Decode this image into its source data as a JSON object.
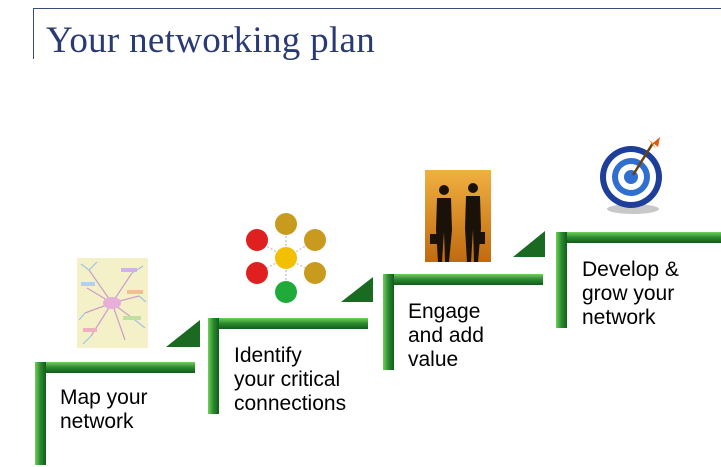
{
  "title": "Your networking plan",
  "colors": {
    "title": "#2a3a72",
    "step_green": "#1e7a2a",
    "step_light": "#5cbf4a",
    "rule": "#3b4a7a"
  },
  "steps": [
    {
      "label": "Map your\nnetwork",
      "icon": "mind-map-icon"
    },
    {
      "label": "Identify\nyour critical\nconnections",
      "icon": "connections-icon"
    },
    {
      "label": "Engage\nand add\nvalue",
      "icon": "people-talking-icon"
    },
    {
      "label": "Develop &\ngrow your\nnetwork",
      "icon": "target-icon"
    }
  ]
}
